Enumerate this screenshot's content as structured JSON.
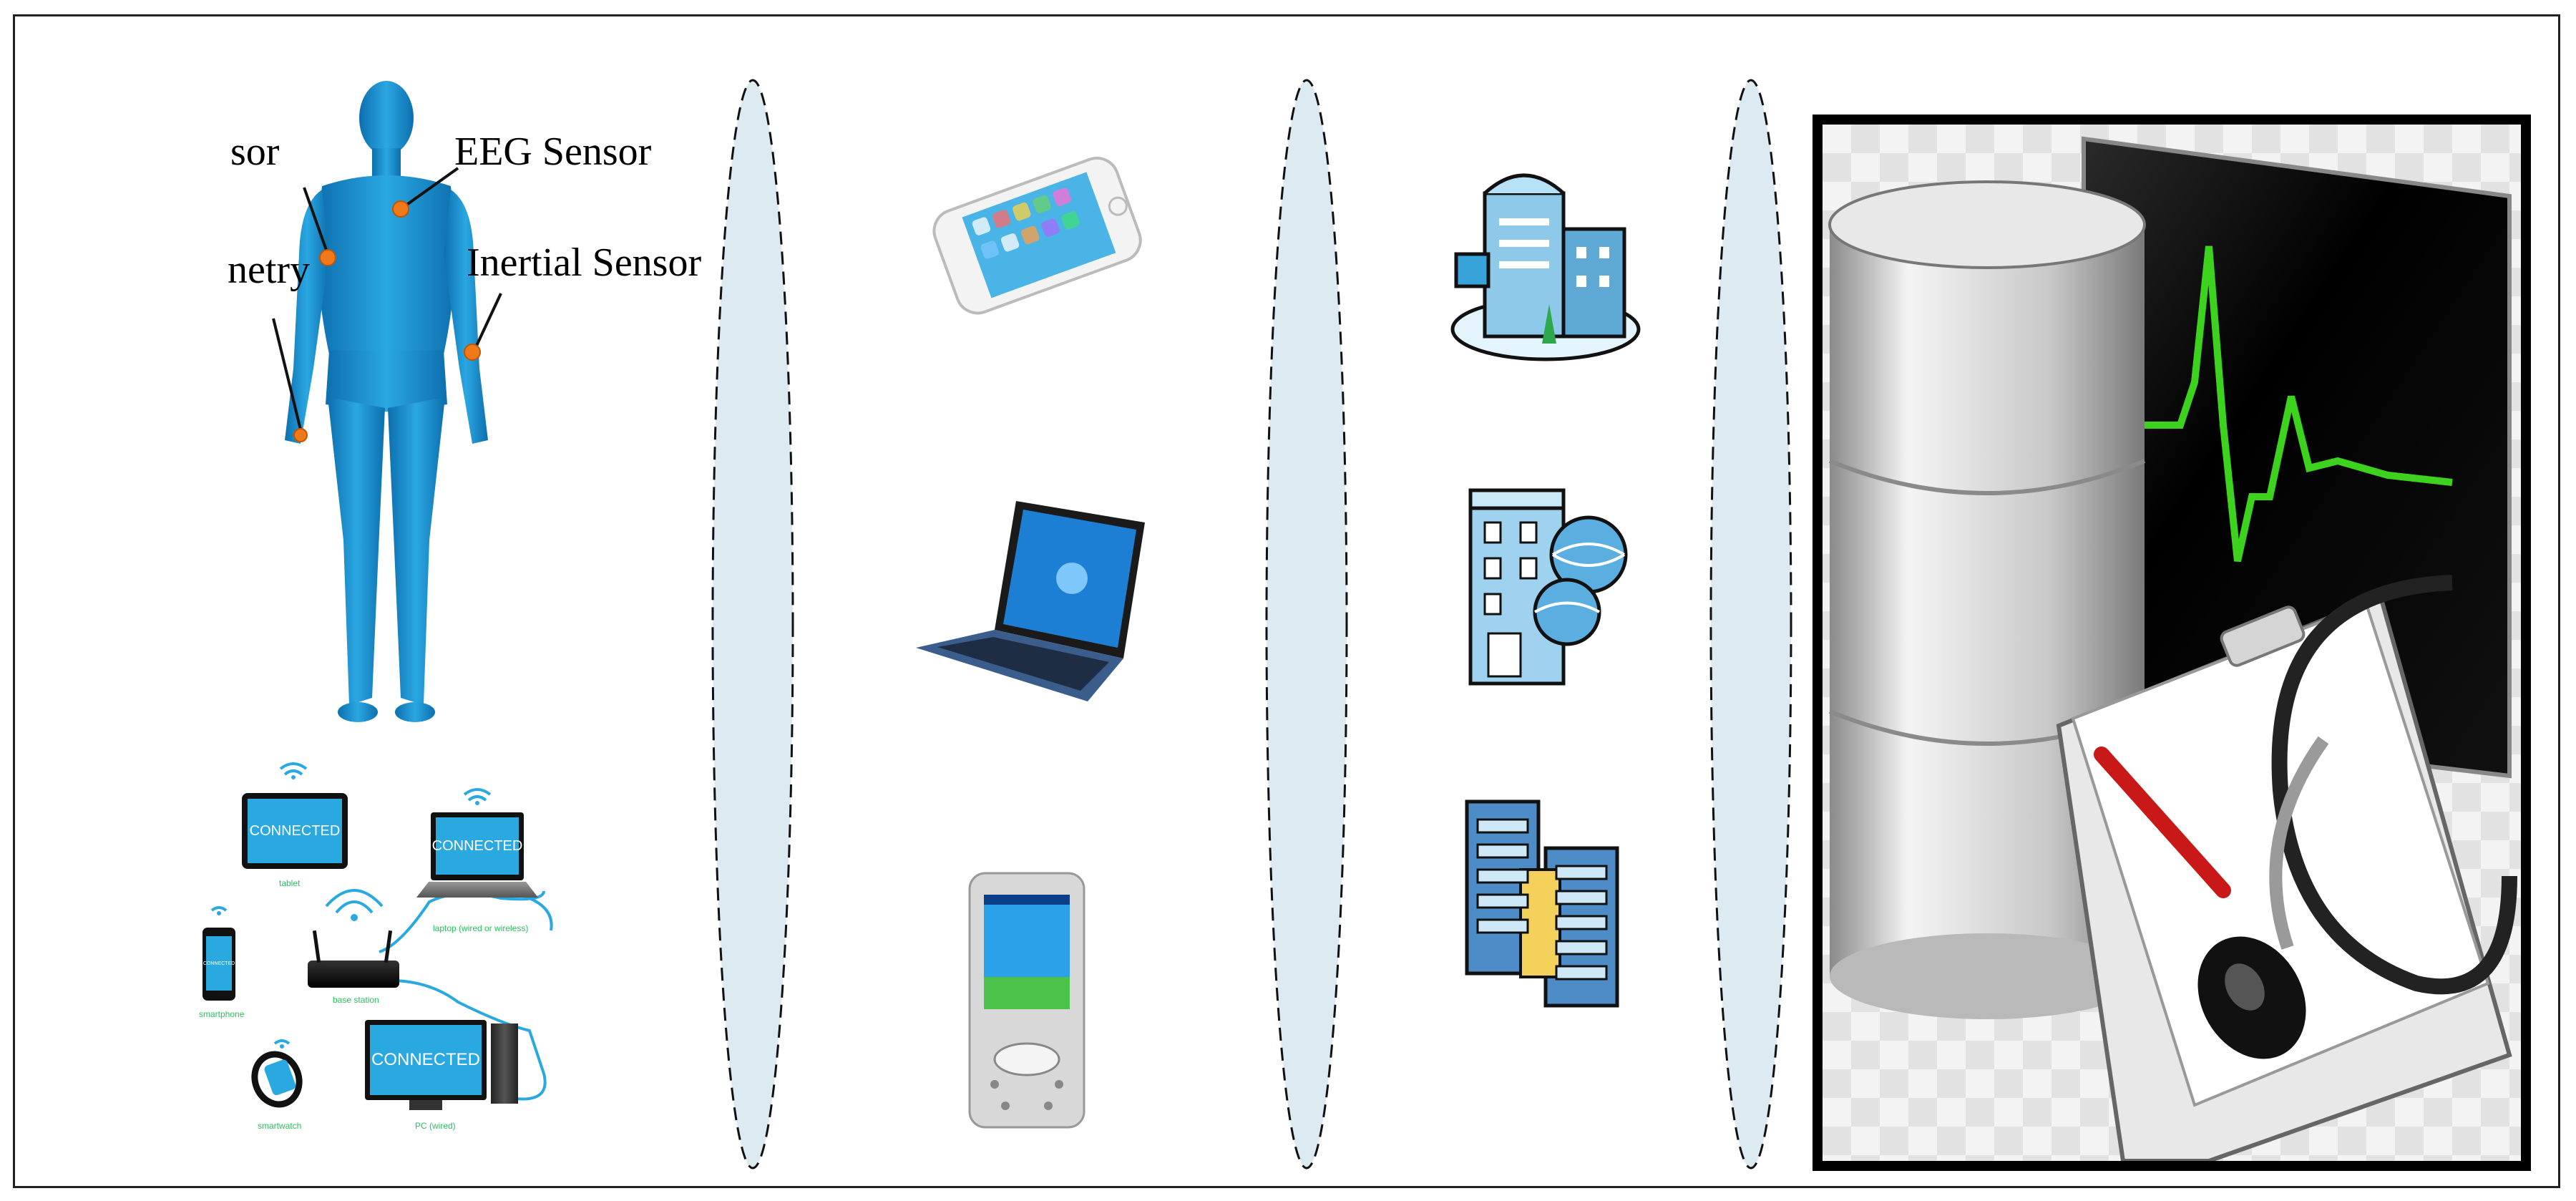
{
  "sensors": {
    "left_partial_1": "sor",
    "eeg": "EEG Sensor",
    "left_partial_2": "netry",
    "inertial": "Inertial Sensor"
  },
  "network_panel": {
    "screen_text": "CONNECTED",
    "labels": {
      "tablet": "tablet",
      "laptop": "laptop (wired or wireless)",
      "smartphone": "smartphone",
      "base_station": "base station",
      "smartwatch": "smartwatch",
      "pc": "PC (wired)"
    }
  },
  "colors": {
    "body": "#1e8fc8",
    "separator_fill": "#dcebf1",
    "building": "#8ec9ea",
    "accent_orange": "#f07a1a",
    "wifi_blue": "#2aa9e0",
    "ecg_green": "#3cd21e"
  },
  "icons": [
    "human-body-icon",
    "smartphone-icon",
    "laptop-icon",
    "pda-icon",
    "hospital-building-icon",
    "server-building-icon",
    "data-center-icon",
    "medical-database-icon"
  ]
}
